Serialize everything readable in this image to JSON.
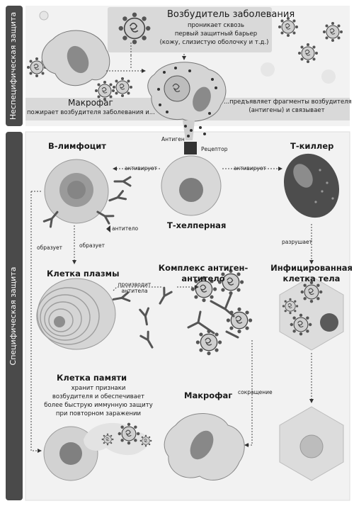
{
  "sections": {
    "nonspecific": "Неспецифическая защита",
    "specific": "Специфическая защита"
  },
  "top": {
    "pathogen_title": "Возбудитель заболевания",
    "pathogen_desc": [
      "проникает сквозь",
      "первый защитный барьер",
      "(кожу, слизистую оболочку и т.д.)"
    ],
    "macrophage_title": "Макрофаг",
    "macrophage_desc": "пожирает возбудителя заболевания и...",
    "presents_desc": [
      "...предъявляет фрагменты возбудителя",
      "(антигены) и связывает"
    ],
    "antigen": "Антиген",
    "receptor": "Рецептор"
  },
  "cells": {
    "b_lymphocyte": "В-лимфоцит",
    "t_helper": "Т-хелперная",
    "t_killer": "Т-киллер",
    "plasma": "Клетка плазмы",
    "complex": [
      "Комплекс антиген-",
      "антитело"
    ],
    "infected": [
      "Инфицированная",
      "клетка тела"
    ],
    "memory": "Клетка памяти",
    "memory_desc": [
      "хранит признаки",
      "возбудителя и обеспечивает",
      "более быструю иммунную защиту",
      "при повторном заражении"
    ],
    "macrophage2": "Макрофаг"
  },
  "labels": {
    "activates_left": "активирует",
    "activates_right": "активирует",
    "antibody": "антитело",
    "forms1": "образует",
    "forms2": "образует",
    "produces": [
      "производит",
      "антитела"
    ],
    "destroys": "разрушает",
    "reduction": "сокращение"
  },
  "colors": {
    "sidebar": "#4a4a4a",
    "band": "#d9d9d9",
    "cell_fill": "#dcdcdc",
    "nucleus": "#8a8a8a",
    "dark": "#3a3a3a"
  }
}
